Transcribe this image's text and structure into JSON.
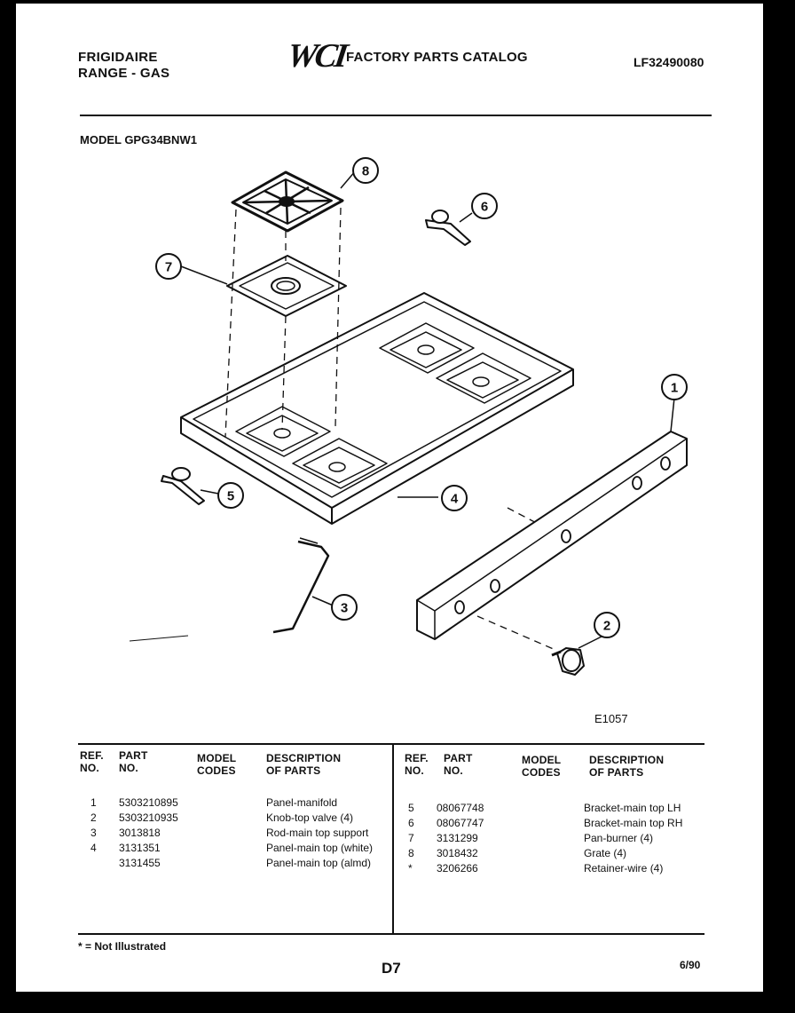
{
  "header": {
    "brand": "FRIGIDAIRE",
    "product": "RANGE - GAS",
    "logo": "WCI",
    "catalog_title": "FACTORY PARTS CATALOG",
    "catalog_number": "LF32490080"
  },
  "model_label": "MODEL GPG34BNW1",
  "diagram": {
    "callouts": [
      "1",
      "2",
      "3",
      "4",
      "5",
      "6",
      "7",
      "8"
    ],
    "figure_code": "E1057"
  },
  "table": {
    "headers": {
      "ref": "REF.\nNO.",
      "part": "PART\nNO.",
      "model": "MODEL\nCODES",
      "desc": "DESCRIPTION\nOF PARTS"
    },
    "left_rows": [
      {
        "ref": "1",
        "part": "5303210895",
        "desc": "Panel-manifold"
      },
      {
        "ref": "2",
        "part": "5303210935",
        "desc": "Knob-top valve (4)"
      },
      {
        "ref": "3",
        "part": "3013818",
        "desc": "Rod-main top support"
      },
      {
        "ref": "4",
        "part": "3131351",
        "desc": "Panel-main top (white)"
      },
      {
        "ref": "",
        "part": "3131455",
        "desc": "Panel-main top (almd)"
      }
    ],
    "right_rows": [
      {
        "ref": "5",
        "part": "08067748",
        "desc": "Bracket-main top LH"
      },
      {
        "ref": "6",
        "part": "08067747",
        "desc": "Bracket-main top RH"
      },
      {
        "ref": "7",
        "part": "3131299",
        "desc": "Pan-burner (4)"
      },
      {
        "ref": "8",
        "part": "3018432",
        "desc": "Grate (4)"
      },
      {
        "ref": "*",
        "part": "3206266",
        "desc": "Retainer-wire (4)"
      }
    ]
  },
  "footer": {
    "footnote": "* = Not Illustrated",
    "page_code": "D7",
    "date": "6/90"
  }
}
